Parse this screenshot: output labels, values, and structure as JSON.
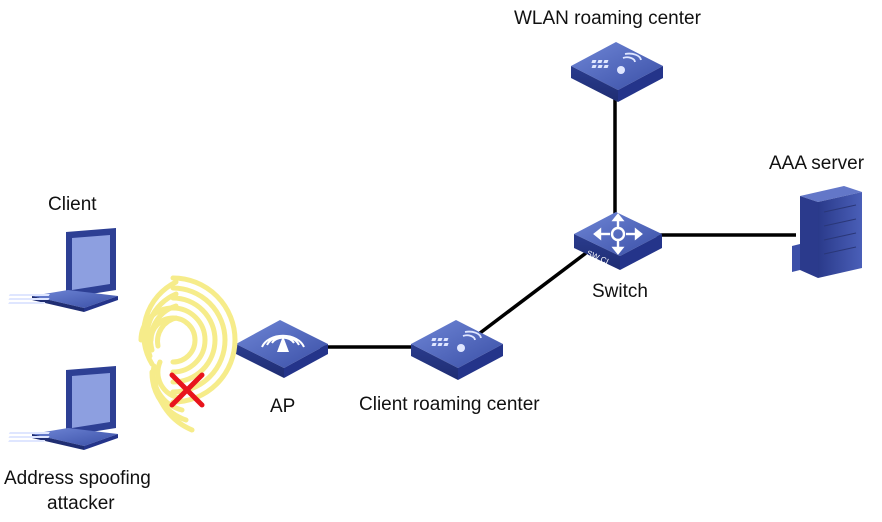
{
  "labels": {
    "wlan_roaming_center": "WLAN roaming center",
    "aaa_server": "AAA server",
    "client": "Client",
    "switch": "Switch",
    "ap": "AP",
    "client_roaming_center": "Client roaming center",
    "attacker_line1": "Address spoofing",
    "attacker_line2": "attacker",
    "switch_badge": "SW CI"
  },
  "icons": {
    "wlan_roaming_center": "roaming-center-icon",
    "client_roaming_center": "roaming-center-icon",
    "switch": "switch-icon",
    "aaa_server": "server-icon",
    "ap": "access-point-icon",
    "client": "laptop-icon",
    "attacker": "laptop-icon",
    "blocked": "red-x-icon",
    "signal": "wireless-waves-icon"
  },
  "colors": {
    "device_blue": "#3a4fa6",
    "device_dark": "#1f2d72",
    "link": "#000000",
    "signal": "#f6ec8a",
    "blocked": "#e8141c"
  }
}
